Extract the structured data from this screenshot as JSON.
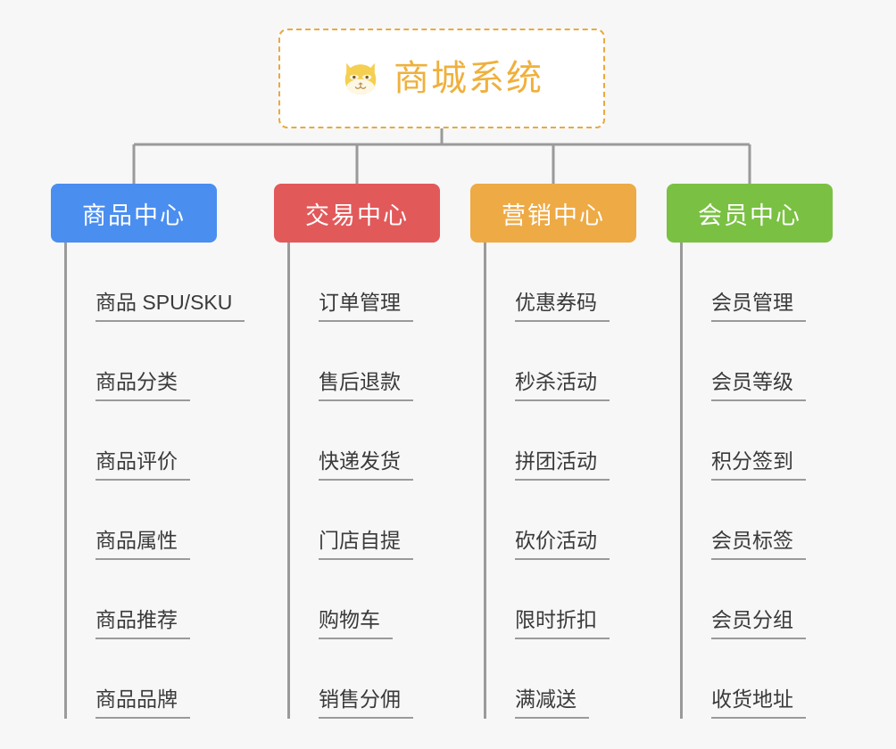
{
  "root": {
    "title": "商城系统",
    "icon": "shiba-dog-face-emoji",
    "border_color": "#e9a93e",
    "text_color": "#efb03c",
    "background": "#ffffff"
  },
  "canvas": {
    "background": "#f7f7f7",
    "connector_color": "#9a9a9a"
  },
  "columns": [
    {
      "title": "商品中心",
      "color": "#4a8ef0",
      "items": [
        "商品 SPU/SKU",
        "商品分类",
        "商品评价",
        "商品属性",
        "商品推荐",
        "商品品牌"
      ]
    },
    {
      "title": "交易中心",
      "color": "#e2595a",
      "items": [
        "订单管理",
        "售后退款",
        "快递发货",
        "门店自提",
        "购物车",
        "销售分佣"
      ]
    },
    {
      "title": "营销中心",
      "color": "#eeaa44",
      "items": [
        "优惠券码",
        "秒杀活动",
        "拼团活动",
        "砍价活动",
        "限时折扣",
        "满减送"
      ]
    },
    {
      "title": "会员中心",
      "color": "#7ac143",
      "items": [
        "会员管理",
        "会员等级",
        "积分签到",
        "会员标签",
        "会员分组",
        "收货地址"
      ]
    }
  ]
}
